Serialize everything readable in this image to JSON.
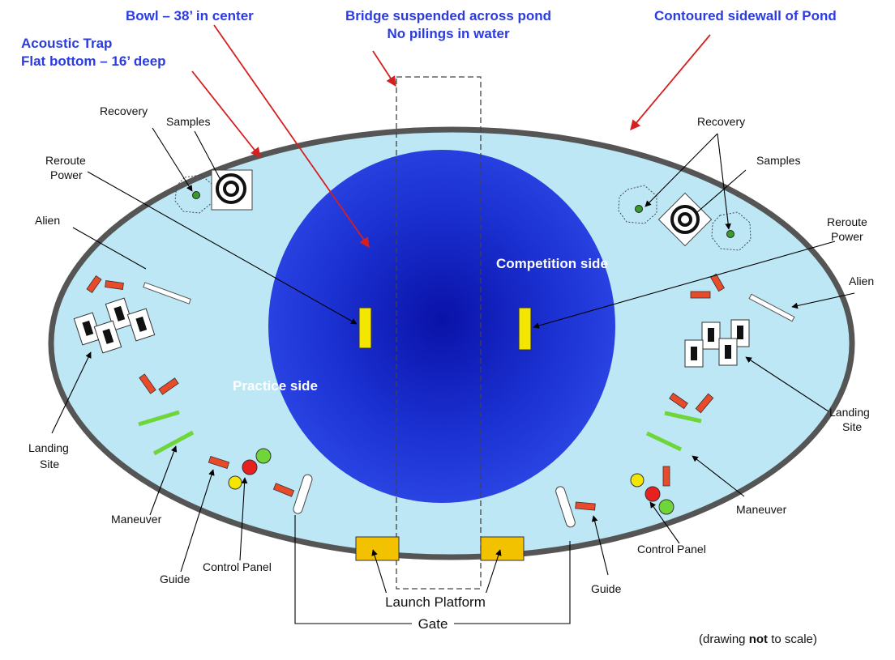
{
  "headings": {
    "acoustic_trap_1": "Acoustic Trap",
    "acoustic_trap_2": "Flat bottom – 16’ deep",
    "bowl": "Bowl – 38’ in center",
    "bridge_1": "Bridge suspended across pond",
    "bridge_2": "No pilings in water",
    "sidewall": "Contoured sidewall of Pond"
  },
  "areas": {
    "competition": "Competition side",
    "practice": "Practice side"
  },
  "left": {
    "recovery": "Recovery",
    "samples": "Samples",
    "reroute_1": "Reroute",
    "reroute_2": "Power",
    "alien": "Alien",
    "landing_1": "Landing",
    "landing_2": "Site",
    "maneuver": "Maneuver",
    "guide": "Guide",
    "control_panel": "Control Panel"
  },
  "right": {
    "recovery": "Recovery",
    "samples": "Samples",
    "reroute_1": "Reroute",
    "reroute_2": "Power",
    "alien": "Alien",
    "landing_1": "Landing",
    "landing_2": "Site",
    "maneuver": "Maneuver",
    "control_panel": "Control Panel",
    "guide": "Guide"
  },
  "bottom": {
    "launch_platform": "Launch Platform",
    "gate": "Gate",
    "note_pre": "(drawing ",
    "note_bold": "not",
    "note_post": " to scale)"
  },
  "colors": {
    "heading_blue": "#2b3be0",
    "pool_light": "#bde7f5",
    "bowl_dark": "#1a2fd0",
    "wall": "#555555",
    "arrow_red": "#d42020",
    "prop_red": "#e84a2a",
    "prop_yellow": "#f3e600",
    "prop_green": "#6fd63a",
    "platform": "#f2c200"
  }
}
